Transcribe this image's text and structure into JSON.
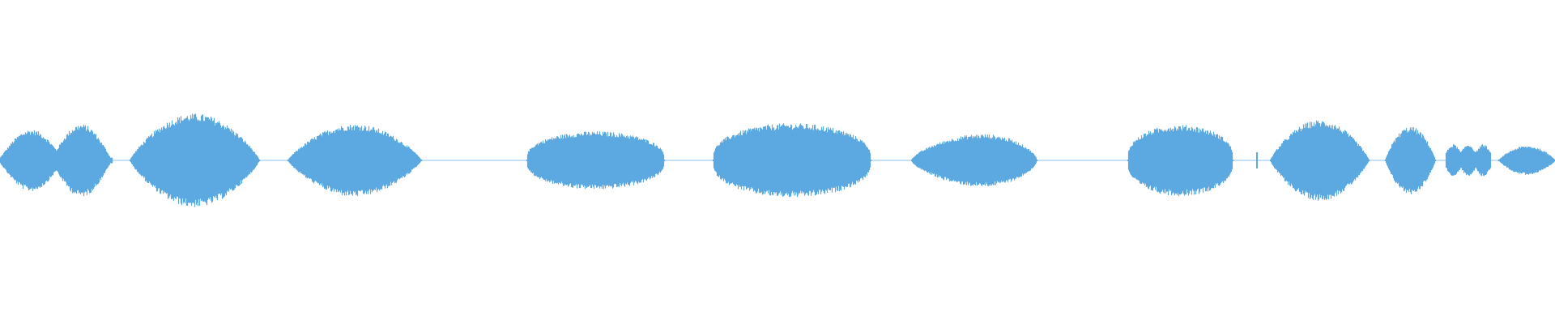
{
  "waveform": {
    "color": "#5DA9E1",
    "background": "#ffffff",
    "envelope_peaks": [
      0.45,
      0.55,
      0.2,
      0.62,
      0.14,
      0.48,
      0.02,
      0.35,
      0.48,
      0.3,
      0.5,
      0.4,
      0.25,
      0.52,
      0.48,
      0.32,
      0.18,
      0.14
    ]
  }
}
